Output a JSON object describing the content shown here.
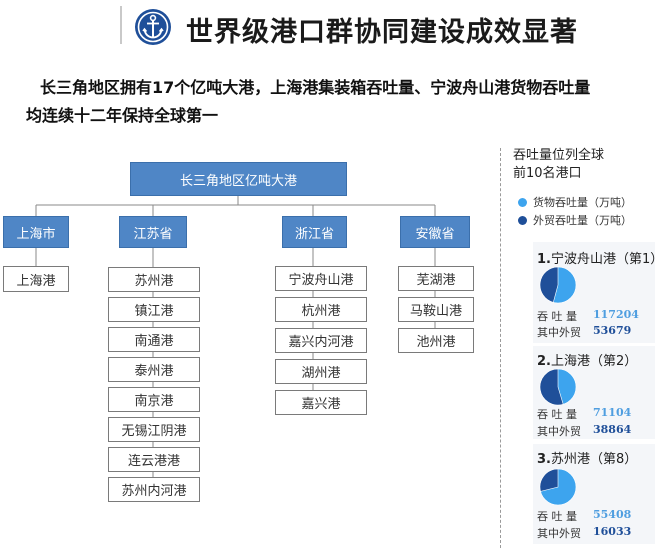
{
  "header": {
    "title": "世界级港口群协同建设成效显著"
  },
  "intro": {
    "line1": "长三角地区拥有17个亿吨大港，上海港集装箱吞吐量、宁波舟山港货物吞吐量",
    "line2": "均连续十二年保持全球第一"
  },
  "tree": {
    "root": "长三角地区亿吨大港",
    "provinces": [
      {
        "name": "上海市",
        "ports": [
          "上海港"
        ]
      },
      {
        "name": "江苏省",
        "ports": [
          "苏州港",
          "镇江港",
          "南通港",
          "泰州港",
          "南京港",
          "无锡江阴港",
          "连云港港",
          "苏州内河港"
        ]
      },
      {
        "name": "浙江省",
        "ports": [
          "宁波舟山港",
          "杭州港",
          "嘉兴内河港",
          "湖州港",
          "嘉兴港"
        ]
      },
      {
        "name": "安徽省",
        "ports": [
          "芜湖港",
          "马鞍山港",
          "池州港"
        ]
      }
    ]
  },
  "sidebar": {
    "title_line1": "吞吐量位列全球",
    "title_line2": "前10名港口",
    "legend": [
      {
        "label": "货物吞吐量（万吨）",
        "color": "#3da4ee"
      },
      {
        "label": "外贸吞吐量（万吨）",
        "color": "#1f4f99"
      }
    ],
    "cards": [
      {
        "index": "1.",
        "name": "宁波舟山港",
        "rank": "（第1）",
        "total_label": "吞 吐 量",
        "total": 117204,
        "foreign_label": "其中外贸",
        "foreign": 53679
      },
      {
        "index": "2.",
        "name": "上海港",
        "rank": "（第2）",
        "total_label": "吞 吐 量",
        "total": 71104,
        "foreign_label": "其中外贸",
        "foreign": 38864
      },
      {
        "index": "3.",
        "name": "苏州港",
        "rank": "（第8）",
        "total_label": "吞 吐 量",
        "total": 55408,
        "foreign_label": "其中外贸",
        "foreign": 16033
      }
    ]
  }
}
